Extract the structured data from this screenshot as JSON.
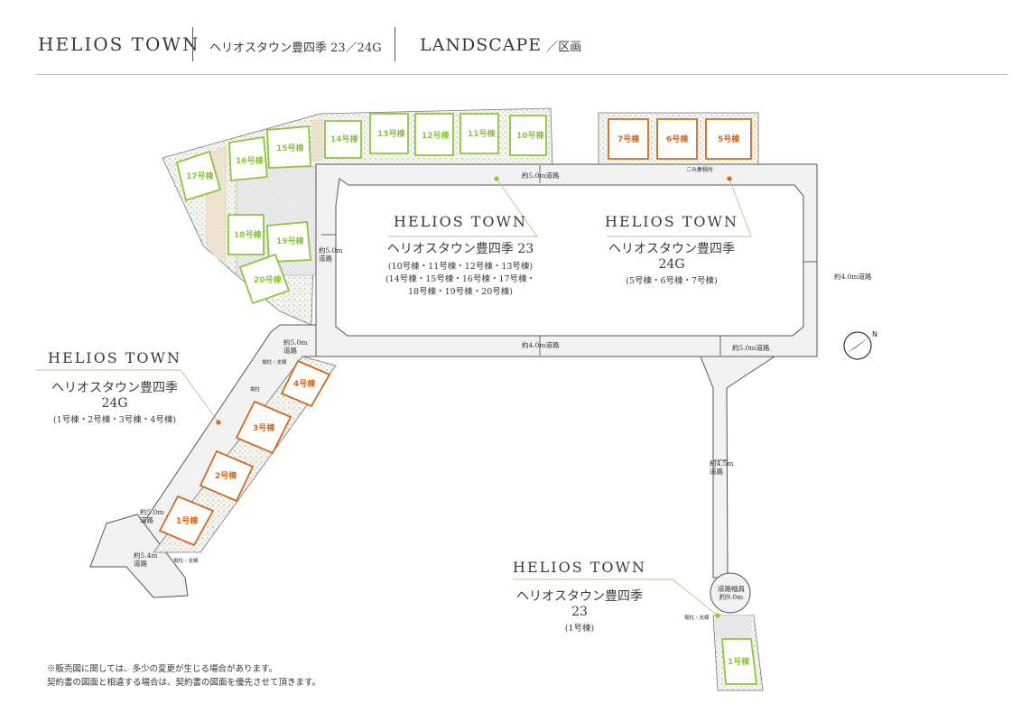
{
  "header": {
    "logo": "HELIOS TOWN",
    "project": "ヘリオスタウン豊四季 23／24G",
    "section_en": "LANDSCAPE",
    "section_jp": "／区画"
  },
  "callouts": {
    "c23": {
      "logo": "HELIOS TOWN",
      "title": "ヘリオスタウン豊四季 23",
      "line1": "(10号棟・11号棟・12号棟・13号棟)",
      "line2": "(14号棟・15号棟・16号棟・17号棟・",
      "line3": "18号棟・19号棟・20号棟)"
    },
    "c24": {
      "logo": "HELIOS TOWN",
      "title": "ヘリオスタウン豊四季 24G",
      "line1": "(5号棟・6号棟・7号棟)"
    },
    "left24": {
      "logo": "HELIOS TOWN",
      "title": "ヘリオスタウン豊四季 24G",
      "line1": "(1号棟・2号棟・3号棟・4号棟)"
    },
    "bottom23": {
      "logo": "HELIOS TOWN",
      "title": "ヘリオスタウン豊四季 23",
      "line1": "(1号棟)"
    }
  },
  "roads": {
    "top": "約5.0m道路",
    "left_a": "約5.0m",
    "left_b": "道路",
    "right": "約4.0m道路",
    "bottom": "約4.0m道路",
    "ramp_a": "約5.0m",
    "ramp_b": "道路",
    "diag_a": "約5.0m",
    "diag_b": "道路",
    "lowleft_a": "約5.0m",
    "lowleft_b": "道路",
    "southwest_a": "約5.4m",
    "southwest_b": "道路",
    "lane_a": "約4.5m",
    "lane_b": "道路",
    "turn_a": "道路幅員",
    "turn_b": "約9.0m",
    "trash": "ごみ集積所",
    "pole_a": "電柱・支線",
    "pole_b": "電柱・支線",
    "pole_c": "電柱・支線",
    "pole_d": "電柱"
  },
  "lots": {
    "green": [
      "10号棟",
      "11号棟",
      "12号棟",
      "13号棟",
      "14号棟",
      "15号棟",
      "16号棟",
      "17号棟",
      "18号棟",
      "19号棟",
      "20号棟",
      "1号棟"
    ],
    "orange": [
      "7号棟",
      "6号棟",
      "5号棟",
      "4号棟",
      "3号棟",
      "2号棟",
      "1号棟"
    ]
  },
  "north_symbol": "N",
  "notes": {
    "line1": "※販売図に関しては、多少の変更が生じる場合があります。",
    "line2": "契約書の図面と相違する場合は、契約書の図面を優先させて頂きます。"
  },
  "colors": {
    "green": "#8cc63f",
    "orange": "#d2691e",
    "road": "#f2f2f2",
    "road_edge": "#555555",
    "callout_line": "#b5c98a"
  }
}
